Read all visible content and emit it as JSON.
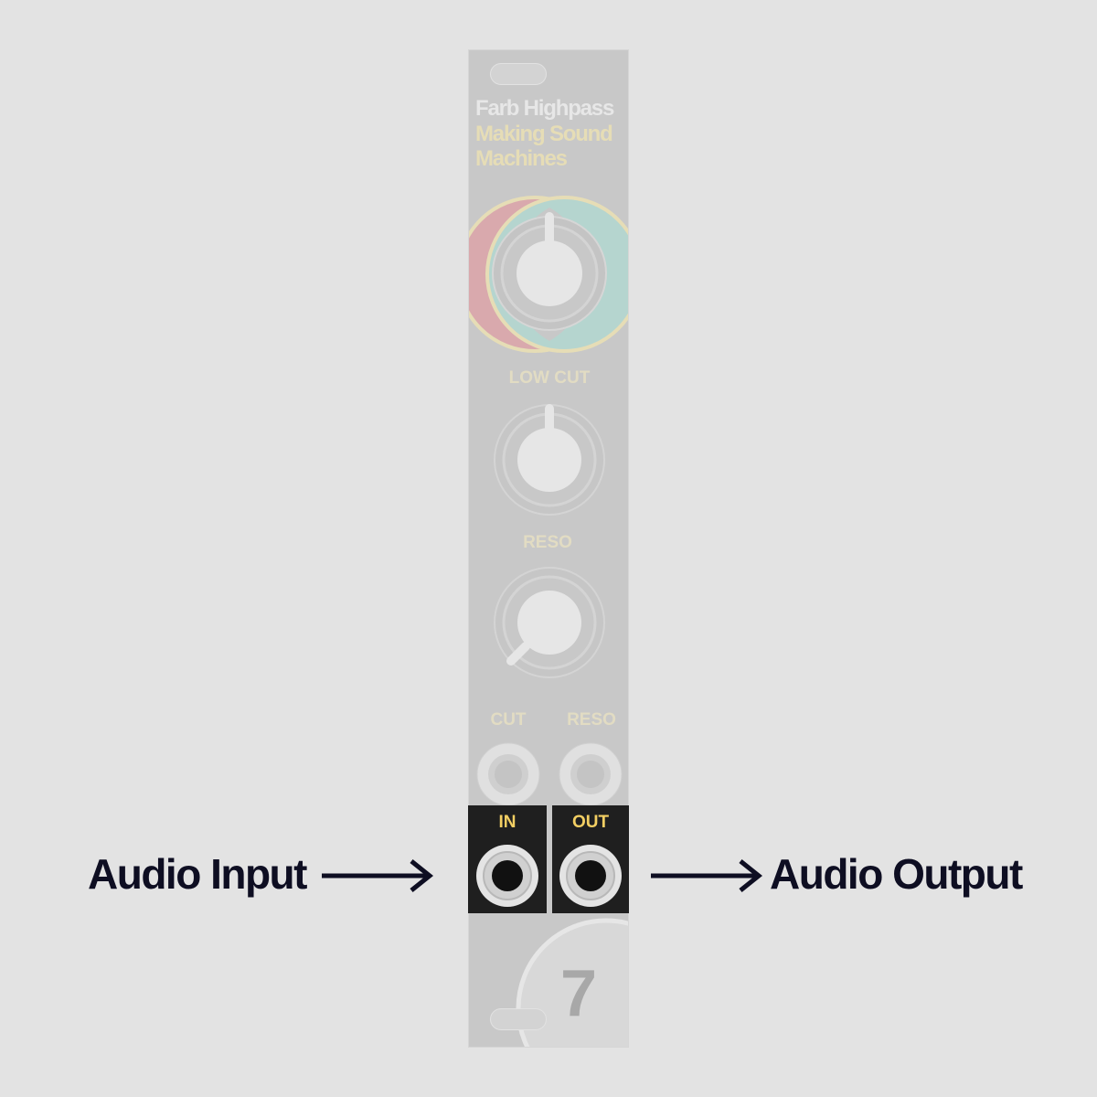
{
  "module": {
    "title": "Farb Highpass",
    "brand_line1": "Making Sound",
    "brand_line2": "Machines",
    "number": "7"
  },
  "controls": {
    "knob_low_cut": "LOW CUT",
    "knob_reso": "RESO",
    "cv_cut": "CUT",
    "cv_reso": "RESO",
    "jack_in": "IN",
    "jack_out": "OUT"
  },
  "callouts": {
    "input": "Audio Input",
    "output": "Audio Output"
  },
  "colors": {
    "background": "#e3e3e3",
    "panel": "#c8c8c8",
    "title": "#e7e7e7",
    "brand": "#e6ddb6",
    "label": "#e2dcc3",
    "jack_label_highlight": "#f3cf63",
    "highlight_box": "#1f1f1f",
    "arrow": "#0e0e22",
    "red_circle": "#d9a9ad",
    "teal_circle": "#b5d5cf"
  }
}
